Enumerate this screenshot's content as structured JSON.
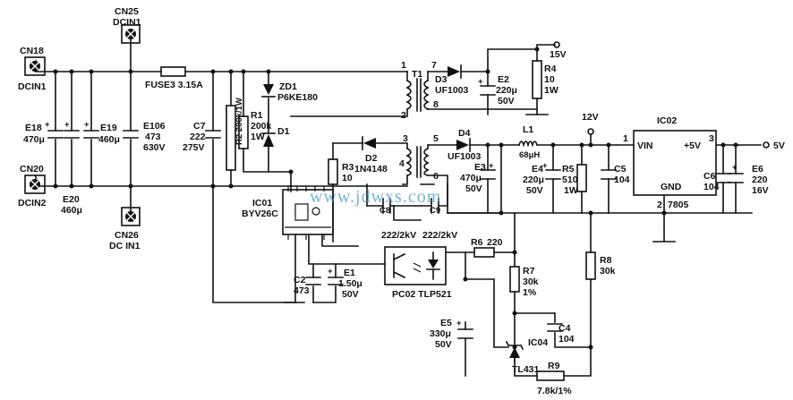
{
  "labels": {
    "cn25": "CN25",
    "dcin1_top": "DCIN1",
    "cn18": "CN18",
    "dcin1_left": "DCIN1",
    "cn20": "CN20",
    "dcin2": "DCIN2",
    "cn26": "CN26",
    "dcin1_bottom": "DC IN1",
    "fuse": "FUSE3 3.15A",
    "zd1": "ZD1",
    "zd1_val": "P6KE180",
    "e18": "E18",
    "e18_val": "470μ",
    "e19": "E19",
    "e19_val": "460μ",
    "e106": "E106",
    "e106_v1": "473",
    "e106_v2": "630V",
    "c7": "C7",
    "c7_v1": "222",
    "c7_v2": "275V",
    "r2": "R2 200k/1W",
    "r1": "R1",
    "r1_v1": "200k",
    "r1_v2": "1W",
    "d1": "D1",
    "e20": "E20",
    "e20_val": "460μ",
    "ic01": "IC01",
    "ic01_val": "BYV26C",
    "t1": "T1",
    "pin1": "1",
    "pin2": "2",
    "pin7": "7",
    "pin8": "8",
    "pin3": "3",
    "pin4": "4",
    "pin5": "5",
    "pin6": "6",
    "d3": "D3",
    "d3_val": "UF1003",
    "e2": "E2",
    "e2_v1": "220μ",
    "e2_v2": "50V",
    "r4": "R4",
    "r4_v1": "10",
    "r4_v2": "1W",
    "v15": "15V",
    "d2": "D2",
    "d2_val": "1N4148",
    "d4": "D4",
    "d4_val": "UF1003",
    "r3": "R3",
    "r3_val": "10",
    "e3": "E3",
    "e3_v1": "470μ",
    "e3_v2": "50V",
    "l1": "L1",
    "l1_val": "68μH",
    "v12": "12V",
    "e4": "E4",
    "e4_v1": "220μ",
    "e4_v2": "50V",
    "r5": "R5",
    "r5_v1": "510",
    "r5_v2": "1W",
    "c5": "C5",
    "c5_val": "104",
    "ic02": "IC02",
    "vin": "VIN",
    "plus5": "+5V",
    "gnd": "GND",
    "ic02_val": "7805",
    "ic02_p1": "1",
    "ic02_p2": "2",
    "ic02_p3": "3",
    "c6": "C6",
    "c6_val": "104",
    "e6": "E6",
    "e6_v1": "220",
    "e6_v2": "16V",
    "v5": "5V",
    "c8": "C8",
    "c9": "C9",
    "c8_val": "222/2kV",
    "c9_val": "222/2kV",
    "r6": "R6",
    "r6_val": "220",
    "pc02": "PC02 TLP521",
    "c2": "C2",
    "c2_val": "473",
    "e1": "E1",
    "e1_v1": "1.50μ",
    "e1_v2": "50V",
    "r7": "R7",
    "r7_v1": "30k",
    "r7_v2": "1%",
    "r8": "R8",
    "r8_val": "30k",
    "e5": "E5",
    "e5_v1": "330μ",
    "e5_v2": "50V",
    "c4": "C4",
    "c4_val": "104",
    "ic04": "IC04",
    "tl431": "TL431",
    "r9": "R9",
    "r9_val": "7.8k/1%"
  },
  "watermark": "www.jdwxs.com"
}
